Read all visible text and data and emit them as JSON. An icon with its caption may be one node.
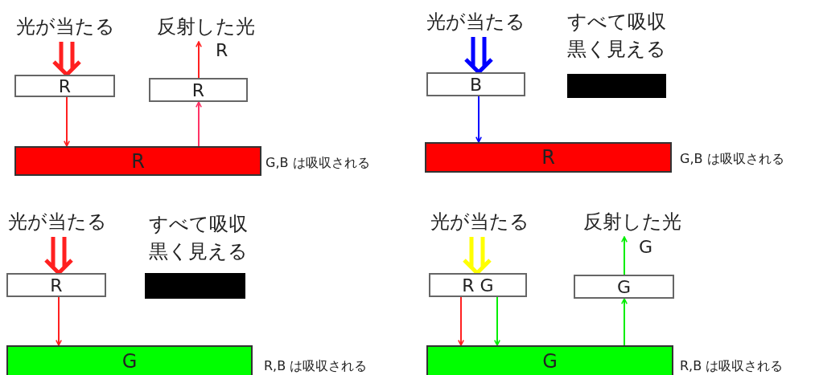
{
  "diagram": {
    "nodes": [
      {
        "text": [
          "光が当たる"
        ]
      },
      {
        "text": [
          "R"
        ]
      },
      {
        "text": [
          "R"
        ],
        "beside": [
          "G,B は吸収される"
        ]
      },
      {
        "text": [
          "R"
        ]
      },
      {
        "text": [
          "光が当たる"
        ]
      },
      {
        "text": [
          "B"
        ]
      },
      {
        "text": [
          "すべて吸収黒く見える"
        ]
      },
      {
        "text": [
          "R"
        ],
        "beside": [
          "G,B は吸収される"
        ]
      },
      {
        "text": [
          "光が当たる"
        ]
      },
      {
        "text": [
          "R"
        ]
      },
      {
        "text": [
          "すべて吸収黒く見える"
        ]
      },
      {
        "text": [
          "G"
        ],
        "beside": [
          "R,B は吸収される"
        ]
      },
      {
        "text": [
          "光が当たる"
        ]
      },
      {
        "text": [
          "R G"
        ]
      },
      {
        "text": [
          "G"
        ]
      },
      {
        "text": [
          "G"
        ],
        "beside": [
          "R,B は吸収される"
        ]
      },
      {
        "text": [
          "反射した光"
        ]
      },
      {
        "text": [
          "反射した光"
        ]
      }
    ],
    "edges": [
      {
        "from": 0,
        "to": 1,
        "arrow": "to",
        "style": "thick"
      },
      {
        "from": 1,
        "to": 2,
        "arrow": "to"
      },
      {
        "from": 2,
        "to": 3,
        "arrow": "to",
        "color": "#ff3366"
      },
      {
        "from": 3,
        "to": 16,
        "arrow": "to",
        "label": "R"
      },
      {
        "from": 4,
        "to": 5,
        "arrow": "to",
        "style": "thick",
        "color": "#0000ff"
      },
      {
        "from": 5,
        "to": 7,
        "arrow": "to",
        "color": "#0000ff"
      },
      {
        "from": 8,
        "to": 9,
        "arrow": "to",
        "style": "thick"
      },
      {
        "from": 9,
        "to": 11,
        "arrow": "to"
      },
      {
        "from": 12,
        "to": 13,
        "arrow": "to",
        "style": "thick",
        "color": "#ffff00"
      },
      {
        "from": 13,
        "to": 15,
        "arrow": "to"
      },
      {
        "from": 13,
        "to": 15,
        "arrow": "to",
        "color": "#00ee00"
      },
      {
        "from": 15,
        "to": 14,
        "arrow": "to",
        "color": "#00ee00"
      },
      {
        "from": 14,
        "to": 17,
        "arrow": "to",
        "color": "#00ee00",
        "label": "G"
      }
    ]
  }
}
